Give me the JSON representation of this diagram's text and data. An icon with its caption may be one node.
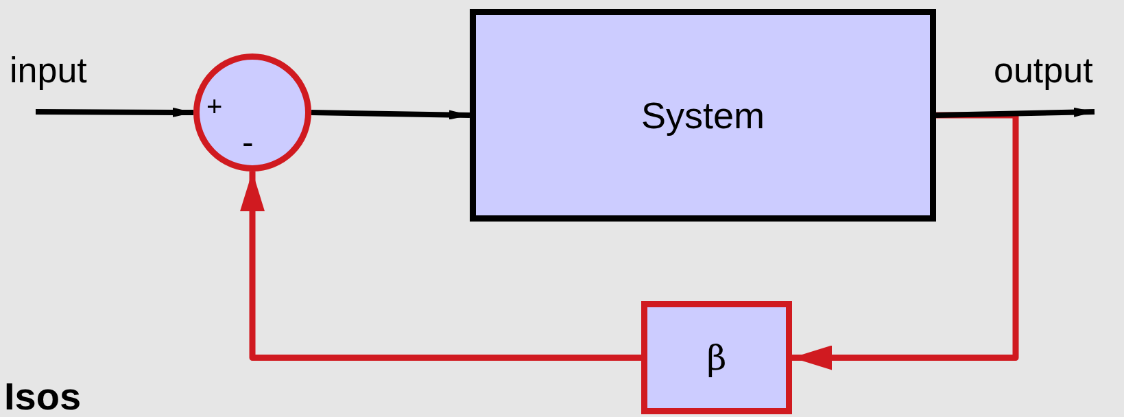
{
  "diagram": {
    "nodes": [
      {
        "text": [
          "+",
          "-"
        ]
      },
      {
        "text": [
          "System"
        ]
      },
      {
        "text": [
          "β"
        ]
      }
    ],
    "edges": [
      {
        "from": null,
        "to": 0,
        "arrow": "to"
      },
      {
        "from": 0,
        "to": 1,
        "arrow": "to"
      },
      {
        "from": 1,
        "to": null,
        "arrow": "to"
      },
      {
        "from": 1,
        "to": 2,
        "arrow": "to",
        "color": "#d01a20"
      },
      {
        "from": 2,
        "to": 0,
        "arrow": "to",
        "color": "#d01a20"
      }
    ],
    "labels": [
      "input",
      "output",
      "Isos"
    ]
  }
}
